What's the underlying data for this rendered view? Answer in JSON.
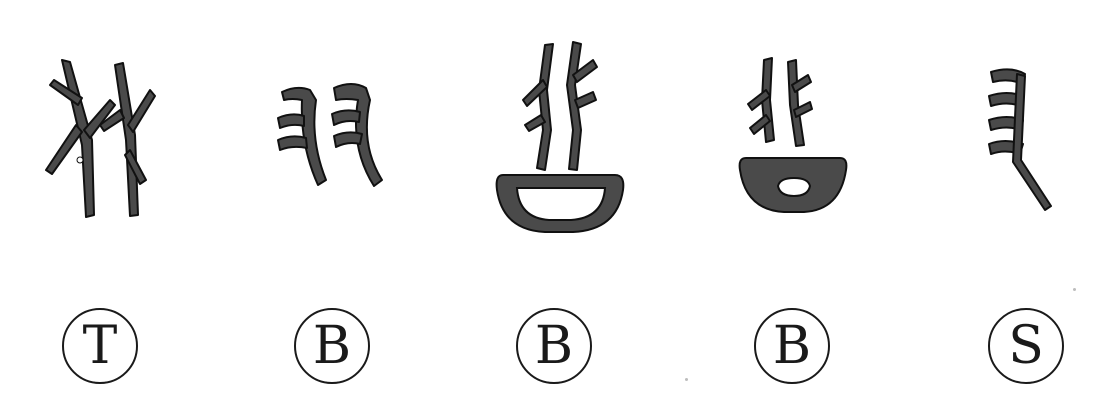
{
  "labels": [
    {
      "id": "T1",
      "text": "T"
    },
    {
      "id": "B1",
      "text": "B"
    },
    {
      "id": "B2",
      "text": "B"
    },
    {
      "id": "B3",
      "text": "B"
    },
    {
      "id": "S1",
      "text": "S"
    }
  ],
  "colors": {
    "ink": "#4a4a4a",
    "outline": "#111111",
    "label": "#1a1a1a",
    "background": "#ffffff"
  }
}
